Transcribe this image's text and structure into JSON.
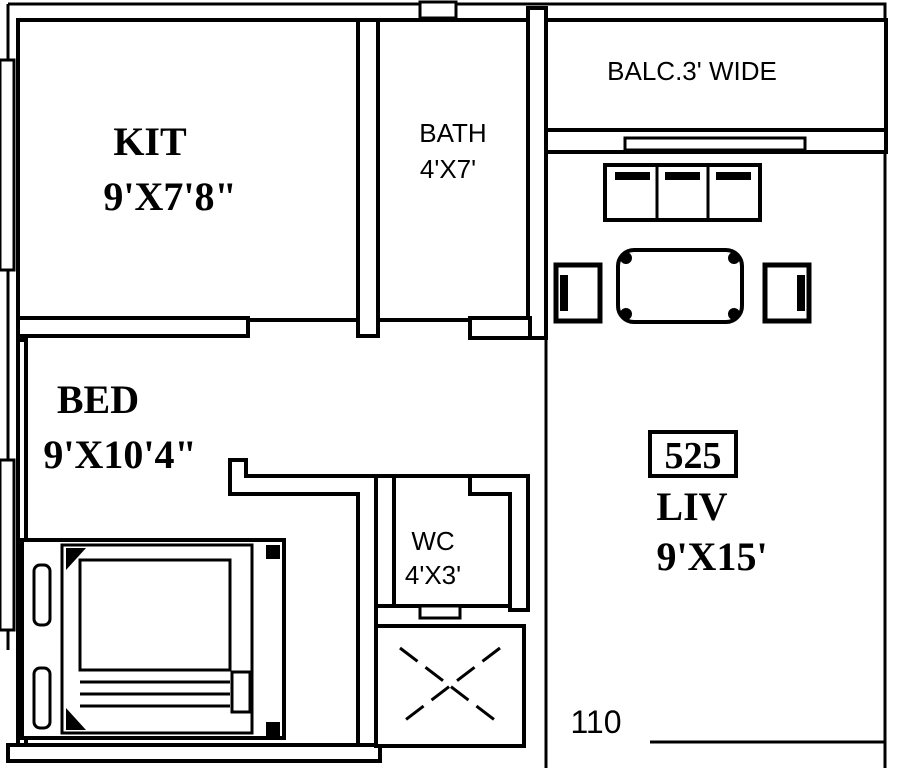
{
  "rooms": {
    "kitchen": {
      "name": "KIT",
      "size": "9'X7'8\""
    },
    "bath": {
      "name": "BATH",
      "size": "4'X7'"
    },
    "balcony": {
      "label": "BALC.3' WIDE"
    },
    "bedroom": {
      "name": "BED",
      "size": "9'X10'4\""
    },
    "wc": {
      "name": "WC",
      "size": "4'X3'"
    },
    "living": {
      "name": "LIV",
      "size": "9'X15'"
    }
  },
  "unit": {
    "area_box": "525",
    "number": "110"
  },
  "colors": {
    "ink": "#000000",
    "paper": "#ffffff"
  },
  "icons": [
    "sofa-icon",
    "armchair-icon",
    "dining-table-icon",
    "double-bed-icon",
    "lift-shaft-icon"
  ]
}
